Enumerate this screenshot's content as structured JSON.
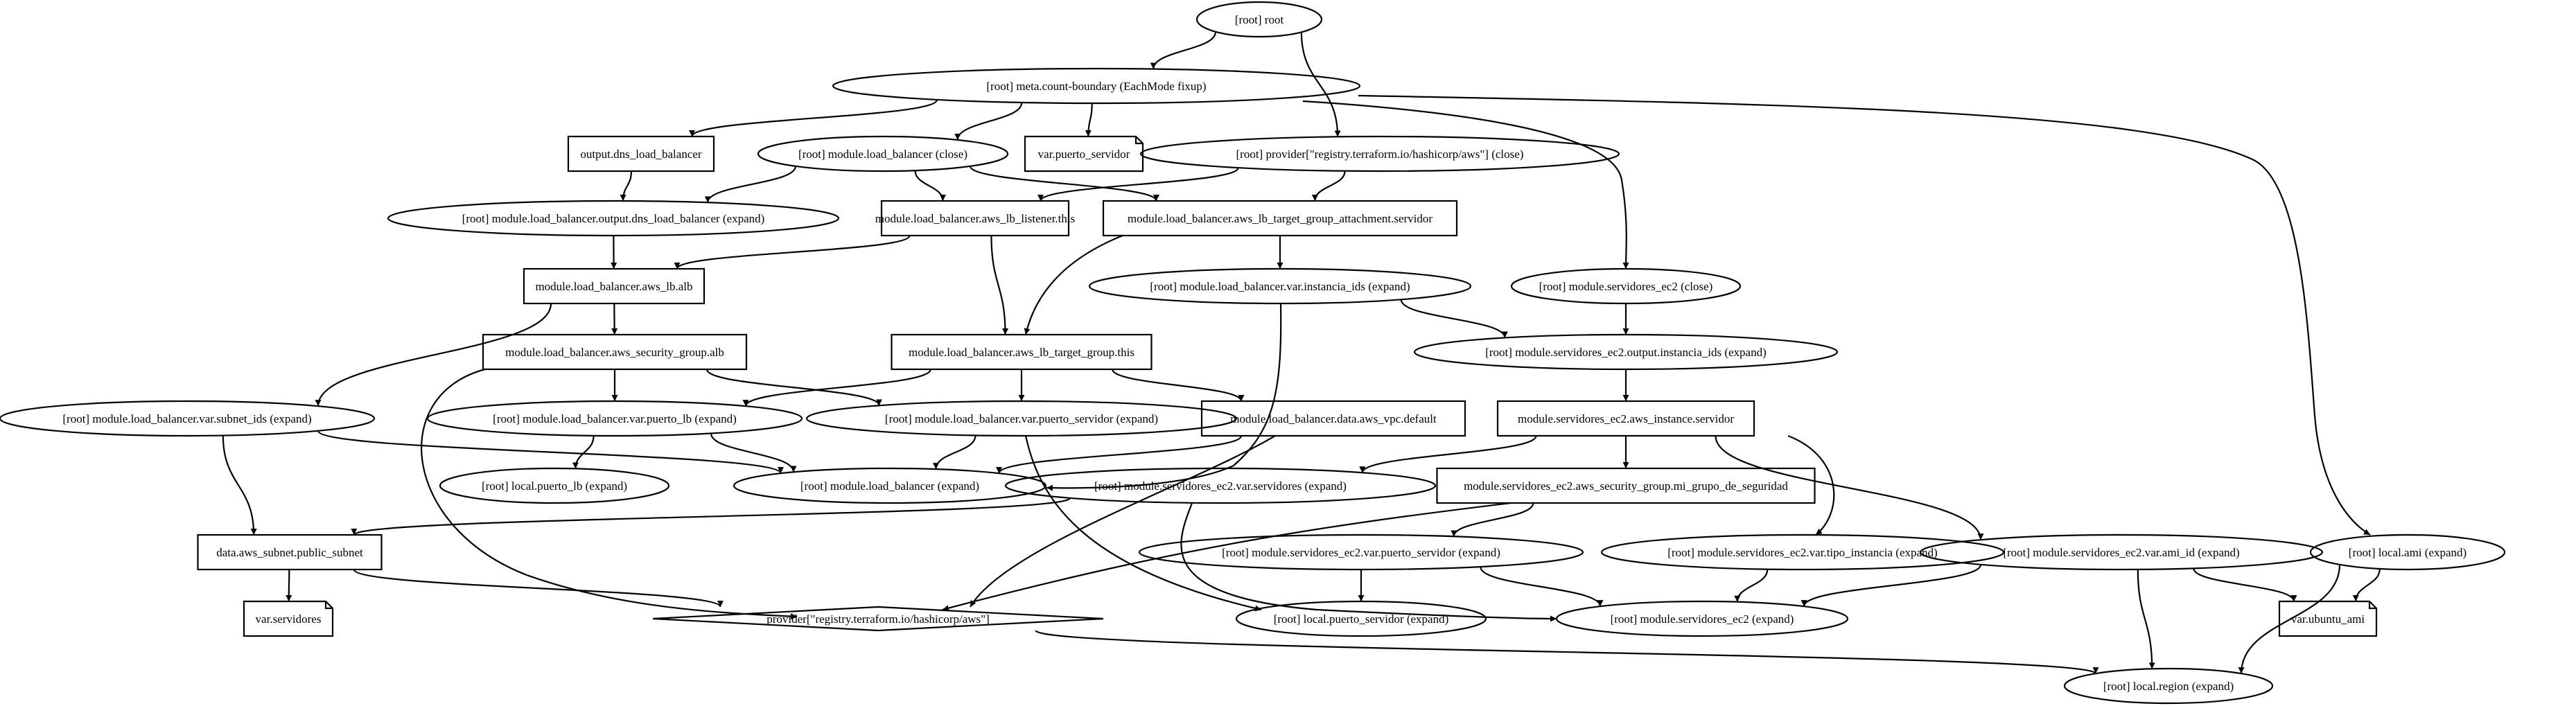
{
  "nodes": {
    "root": {
      "label": "[root] root",
      "shape": "ellipse"
    },
    "boundary": {
      "label": "[root] meta.count-boundary (EachMode fixup)",
      "shape": "ellipse"
    },
    "out_dns": {
      "label": "output.dns_load_balancer",
      "shape": "box"
    },
    "lb_close": {
      "label": "[root] module.load_balancer (close)",
      "shape": "ellipse"
    },
    "var_puerto": {
      "label": "var.puerto_servidor",
      "shape": "note"
    },
    "prov_close": {
      "label": "[root] provider[\"registry.terraform.io/hashicorp/aws\"] (close)",
      "shape": "ellipse"
    },
    "lb_out_dns": {
      "label": "[root] module.load_balancer.output.dns_load_balancer (expand)",
      "shape": "ellipse"
    },
    "lb_listener": {
      "label": "module.load_balancer.aws_lb_listener.this",
      "shape": "box"
    },
    "lb_tg_attach": {
      "label": "module.load_balancer.aws_lb_target_group_attachment.servidor",
      "shape": "box"
    },
    "lb_alb": {
      "label": "module.load_balancer.aws_lb.alb",
      "shape": "box"
    },
    "lb_inst_ids": {
      "label": "[root] module.load_balancer.var.instancia_ids (expand)",
      "shape": "ellipse"
    },
    "srv_close": {
      "label": "[root] module.servidores_ec2 (close)",
      "shape": "ellipse"
    },
    "lb_sg": {
      "label": "module.load_balancer.aws_security_group.alb",
      "shape": "box"
    },
    "lb_tg": {
      "label": "module.load_balancer.aws_lb_target_group.this",
      "shape": "box"
    },
    "srv_out_ids": {
      "label": "[root] module.servidores_ec2.output.instancia_ids (expand)",
      "shape": "ellipse"
    },
    "lb_subnet_ids": {
      "label": "[root] module.load_balancer.var.subnet_ids (expand)",
      "shape": "ellipse"
    },
    "lb_puerto_lb": {
      "label": "[root] module.load_balancer.var.puerto_lb (expand)",
      "shape": "ellipse"
    },
    "lb_puerto_srv": {
      "label": "[root] module.load_balancer.var.puerto_servidor (expand)",
      "shape": "ellipse"
    },
    "lb_vpc": {
      "label": "module.load_balancer.data.aws_vpc.default",
      "shape": "box"
    },
    "srv_instance": {
      "label": "module.servidores_ec2.aws_instance.servidor",
      "shape": "box"
    },
    "local_puerto_lb": {
      "label": "[root] local.puerto_lb (expand)",
      "shape": "ellipse"
    },
    "lb_expand": {
      "label": "[root] module.load_balancer (expand)",
      "shape": "ellipse"
    },
    "srv_var_srvs": {
      "label": "[root] module.servidores_ec2.var.servidores (expand)",
      "shape": "ellipse"
    },
    "srv_sg": {
      "label": "module.servidores_ec2.aws_security_group.mi_grupo_de_seguridad",
      "shape": "box"
    },
    "subnet": {
      "label": "data.aws_subnet.public_subnet",
      "shape": "box"
    },
    "srv_var_puerto": {
      "label": "[root] module.servidores_ec2.var.puerto_servidor (expand)",
      "shape": "ellipse"
    },
    "srv_var_tipo": {
      "label": "[root] module.servidores_ec2.var.tipo_instancia (expand)",
      "shape": "ellipse"
    },
    "srv_var_ami": {
      "label": "[root] module.servidores_ec2.var.ami_id (expand)",
      "shape": "ellipse"
    },
    "local_ami": {
      "label": "[root] local.ami (expand)",
      "shape": "ellipse"
    },
    "var_servidores": {
      "label": "var.servidores",
      "shape": "note"
    },
    "provider": {
      "label": "provider[\"registry.terraform.io/hashicorp/aws\"]",
      "shape": "diamond"
    },
    "local_puerto_srv": {
      "label": "[root] local.puerto_servidor (expand)",
      "shape": "ellipse"
    },
    "srv_expand": {
      "label": "[root] module.servidores_ec2 (expand)",
      "shape": "ellipse"
    },
    "var_ubuntu": {
      "label": "var.ubuntu_ami",
      "shape": "note"
    },
    "local_region": {
      "label": "[root] local.region (expand)",
      "shape": "ellipse"
    }
  },
  "edges": [
    [
      "root",
      "boundary"
    ],
    [
      "root",
      "prov_close"
    ],
    [
      "boundary",
      "out_dns"
    ],
    [
      "boundary",
      "lb_close"
    ],
    [
      "boundary",
      "var_puerto"
    ],
    [
      "boundary",
      "srv_close"
    ],
    [
      "boundary",
      "local_ami"
    ],
    [
      "out_dns",
      "lb_out_dns"
    ],
    [
      "lb_close",
      "lb_out_dns"
    ],
    [
      "lb_close",
      "lb_listener"
    ],
    [
      "lb_close",
      "lb_tg_attach"
    ],
    [
      "prov_close",
      "lb_listener"
    ],
    [
      "prov_close",
      "lb_tg_attach"
    ],
    [
      "lb_out_dns",
      "lb_alb"
    ],
    [
      "lb_listener",
      "lb_alb"
    ],
    [
      "lb_listener",
      "lb_tg"
    ],
    [
      "lb_tg_attach",
      "lb_tg"
    ],
    [
      "lb_tg_attach",
      "lb_inst_ids"
    ],
    [
      "lb_alb",
      "lb_sg"
    ],
    [
      "lb_alb",
      "lb_subnet_ids"
    ],
    [
      "lb_inst_ids",
      "srv_out_ids"
    ],
    [
      "lb_inst_ids",
      "lb_expand"
    ],
    [
      "srv_close",
      "srv_out_ids"
    ],
    [
      "srv_out_ids",
      "srv_instance"
    ],
    [
      "lb_sg",
      "lb_puerto_lb"
    ],
    [
      "lb_sg",
      "lb_puerto_srv"
    ],
    [
      "lb_sg",
      "provider"
    ],
    [
      "lb_tg",
      "lb_puerto_lb"
    ],
    [
      "lb_tg",
      "lb_puerto_srv"
    ],
    [
      "lb_tg",
      "lb_vpc"
    ],
    [
      "lb_subnet_ids",
      "lb_expand"
    ],
    [
      "lb_subnet_ids",
      "subnet"
    ],
    [
      "lb_puerto_lb",
      "local_puerto_lb"
    ],
    [
      "lb_puerto_lb",
      "lb_expand"
    ],
    [
      "lb_puerto_srv",
      "lb_expand"
    ],
    [
      "lb_puerto_srv",
      "local_puerto_srv"
    ],
    [
      "lb_vpc",
      "lb_expand"
    ],
    [
      "lb_vpc",
      "provider"
    ],
    [
      "srv_instance",
      "srv_var_srvs"
    ],
    [
      "srv_instance",
      "srv_sg"
    ],
    [
      "srv_instance",
      "srv_var_tipo"
    ],
    [
      "srv_instance",
      "srv_var_ami"
    ],
    [
      "srv_var_srvs",
      "subnet"
    ],
    [
      "srv_var_srvs",
      "srv_expand"
    ],
    [
      "srv_sg",
      "srv_var_puerto"
    ],
    [
      "srv_sg",
      "provider"
    ],
    [
      "subnet",
      "var_servidores"
    ],
    [
      "subnet",
      "provider"
    ],
    [
      "srv_var_puerto",
      "local_puerto_srv"
    ],
    [
      "srv_var_puerto",
      "srv_expand"
    ],
    [
      "srv_var_tipo",
      "srv_expand"
    ],
    [
      "srv_var_ami",
      "srv_expand"
    ],
    [
      "srv_var_ami",
      "var_ubuntu"
    ],
    [
      "srv_var_ami",
      "local_region"
    ],
    [
      "local_ami",
      "var_ubuntu"
    ],
    [
      "local_ami",
      "local_region"
    ],
    [
      "provider",
      "local_region"
    ]
  ]
}
